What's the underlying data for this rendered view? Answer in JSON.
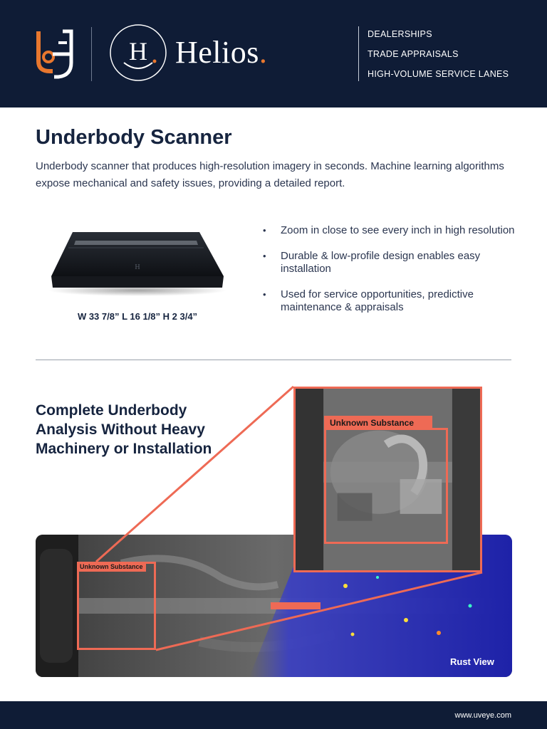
{
  "header": {
    "brand_name": "Helios",
    "brand_dot": ".",
    "taglines": [
      "DEALERSHIPS",
      "TRADE APPRAISALS",
      "HIGH-VOLUME SERVICE LANES"
    ],
    "accent_color": "#e8772e",
    "background_color": "#0f1c36"
  },
  "intro": {
    "title": "Underbody Scanner",
    "description": "Underbody scanner that produces high-resolution imagery in seconds. Machine learning algorithms expose mechanical and safety issues, providing a detailed report."
  },
  "product": {
    "dimensions": "W 33 7/8” L 16 1/8” H 2 3/4”",
    "features": [
      "Zoom in close to see every inch in high resolution",
      "Durable & low-profile design enables easy installation",
      "Used for service opportunities, predictive maintenance & appraisals"
    ]
  },
  "analysis": {
    "title": "Complete Underbody Analysis Without Heavy Machinery or Installation",
    "detection_label": "Unknown Substance",
    "view_label": "Rust View",
    "highlight_color": "#ee6a55"
  },
  "footer": {
    "url": "www.uveye.com"
  }
}
